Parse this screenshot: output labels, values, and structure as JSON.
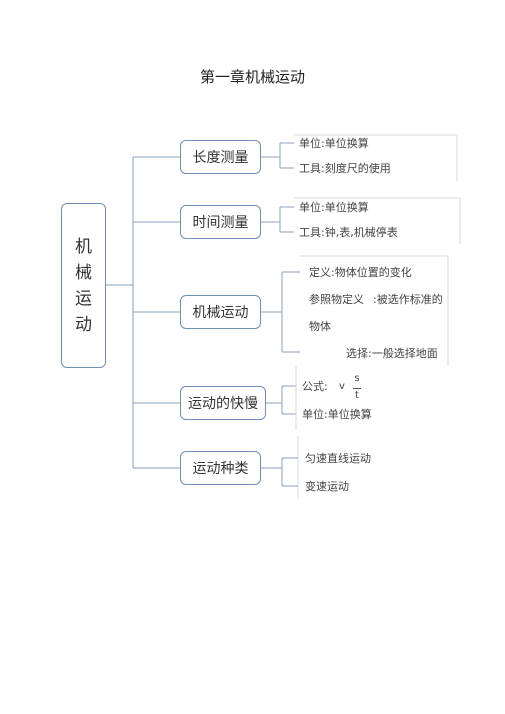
{
  "title": "第一章机械运动",
  "root": [
    "机",
    "械",
    "运",
    "动"
  ],
  "branches": [
    {
      "label": "长度测量",
      "items": [
        "单位:单位换算",
        "工具:刻度尺的使用"
      ]
    },
    {
      "label": "时间测量",
      "items": [
        "单位:单位换算",
        "工具:钟,表,机械停表"
      ]
    },
    {
      "label": "机械运动",
      "items": [
        "定义:物体位置的变化",
        "参照物定义",
        ":被选作标准的",
        "物体",
        "选择:一般选择地面"
      ]
    },
    {
      "label": "运动的快慢",
      "items": [
        "公式:",
        "v",
        "s",
        "t",
        "单位:单位换算"
      ]
    },
    {
      "label": "运动种类",
      "items": [
        "匀速直线运动",
        "变速运动"
      ]
    }
  ]
}
